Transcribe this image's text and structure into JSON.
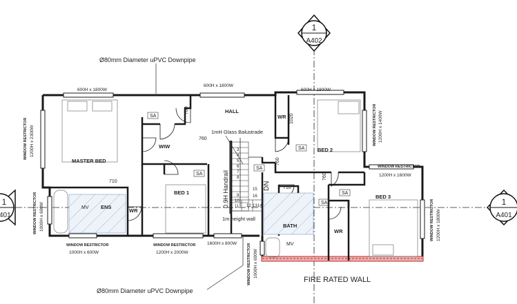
{
  "sections": [
    {
      "number": "1",
      "sheet": "A402"
    },
    {
      "number": "1",
      "sheet": "A401"
    },
    {
      "number": "1",
      "sheet": "A401"
    }
  ],
  "notes": {
    "downpipe_top": "Ø80mm Diameter uPVC Downpipe",
    "downpipe_bottom": "Ø80mm Diameter uPVC Downpipe",
    "glass_balustrade": "1mH Glass Balustrade",
    "handrail": "0.9H Handrail",
    "height_wall": "1m height wall",
    "fire_rated_wall": "FIRE RATED WALL",
    "stair_dn": "DN"
  },
  "rooms": {
    "hall": "HALL",
    "master_bed": "MASTER BED",
    "wiw": "WIW",
    "bed1": "BED 1",
    "bed2": "BED 2",
    "bed3": "BED 3",
    "ens": "ENS",
    "bath": "BATH",
    "wr": "WR",
    "mv": "MV",
    "sa": "SA"
  },
  "windows": {
    "top_1": "600H x 1800W",
    "top_2": "600H x 1800W",
    "top_3": "600H x 1800W",
    "left_restrictor": "WINDOW RESTRICTOR",
    "left_size": "1200H x 2300W",
    "ens_left_restrictor": "WINDOW RESTRICTOR",
    "ens_left_size": "1000H x 600W",
    "bottom_1_restrictor": "WINDOW RESTRICTOR",
    "bottom_1_size": "1000H x 600W",
    "bottom_2_restrictor": "WINDOW RESTRICTOR",
    "bottom_2_size": "1200H x 2000W",
    "bottom_3_size": "1600H x 800W",
    "stair_restrictor": "WINDOW RESTRICTOR",
    "stair_size": "1000H x 600W",
    "bed2_restrictor": "WINDOW RESTRICTOR",
    "bed2_size": "1200H x 1400W",
    "bed3_top_restrictor": "WINDOW RESTRICTOR",
    "bed3_top_size": "1200H x 1600W",
    "bed3_right_restrictor": "WINDOW RESTRICTOR",
    "bed3_right_size": "1200H x 1800W"
  },
  "dims": {
    "d760a": "760",
    "d760b": "760",
    "d760c": "760",
    "d760d": "760",
    "d710a": "710",
    "d710b": "710",
    "d1020": "1020"
  },
  "stairs": [
    "3",
    "4",
    "5",
    "6",
    "7",
    "8",
    "9",
    "10",
    "11",
    "12",
    "13",
    "14",
    "15",
    "16"
  ]
}
